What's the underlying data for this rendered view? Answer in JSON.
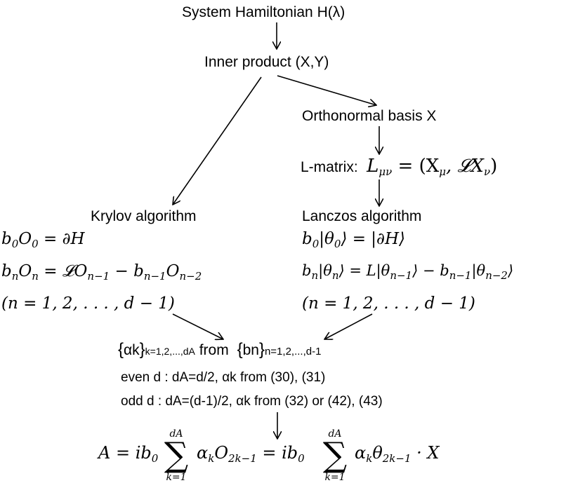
{
  "nodes": {
    "hamiltonian": "System Hamiltonian H(λ)",
    "inner_product": "Inner product (X,Y)",
    "orthonormal_basis": "Orthonormal basis X",
    "l_matrix_label": "L-matrix:",
    "l_matrix_formula": "L",
    "l_matrix_sub": "μν",
    "l_matrix_rhs_a": " = (X",
    "l_matrix_rhs_sub1": "μ",
    "l_matrix_rhs_b": ", 𝓛X",
    "l_matrix_rhs_sub2": "ν",
    "l_matrix_rhs_c": ")",
    "krylov_title": "Krylov algorithm",
    "lanczos_title": "Lanczos algorithm"
  },
  "krylov": {
    "eq1_a": "b",
    "eq1_s1": "0",
    "eq1_b": "O",
    "eq1_s2": "0",
    "eq1_c": " = ∂H",
    "eq2_a": "b",
    "eq2_s1": "n",
    "eq2_b": "O",
    "eq2_s2": "n",
    "eq2_c": " = 𝓛O",
    "eq2_s3": "n−1",
    "eq2_d": " − b",
    "eq2_s4": "n−1",
    "eq2_e": "O",
    "eq2_s5": "n−2",
    "eq3": "(n = 1, 2, . . . , d − 1)"
  },
  "lanczos": {
    "eq1_a": "b",
    "eq1_s1": "0",
    "eq1_b": "|θ",
    "eq1_s2": "0",
    "eq1_c": "⟩ = |∂H⟩",
    "eq2_a": "b",
    "eq2_s1": "n",
    "eq2_b": "|θ",
    "eq2_s2": "n",
    "eq2_c": "⟩ = L|θ",
    "eq2_s3": "n−1",
    "eq2_d": "⟩ − b",
    "eq2_s4": "n−1",
    "eq2_e": "|θ",
    "eq2_s5": "n−2",
    "eq2_f": "⟩",
    "eq3": "(n = 1, 2, . . . , d − 1)"
  },
  "coefficients": {
    "open1": "{",
    "alpha": "αk",
    "close1": "}",
    "alpha_range": "k=1,2,...,dA",
    "from": " from ",
    "open2": "{",
    "b": "bn",
    "close2": "}",
    "b_range": "n=1,2,...,d-1",
    "even_line": "even d : dA=d/2, αk from (30), (31)",
    "odd_line": "odd d : dA=(d-1)/2, αk from (32) or (42), (43)"
  },
  "result": {
    "lhs": "A = ib",
    "lhs_sub": "0",
    "sum_upper": "dA",
    "sum_lower": "k=1",
    "sigma": "∑",
    "term1_a": "α",
    "term1_s1": "k",
    "term1_b": "O",
    "term1_s2": "2k−1",
    "mid": " = ib",
    "mid_sub": "0",
    "term2_a": "α",
    "term2_s1": "k",
    "term2_b": "θ",
    "term2_s2": "2k−1",
    "term2_c": " · X"
  }
}
